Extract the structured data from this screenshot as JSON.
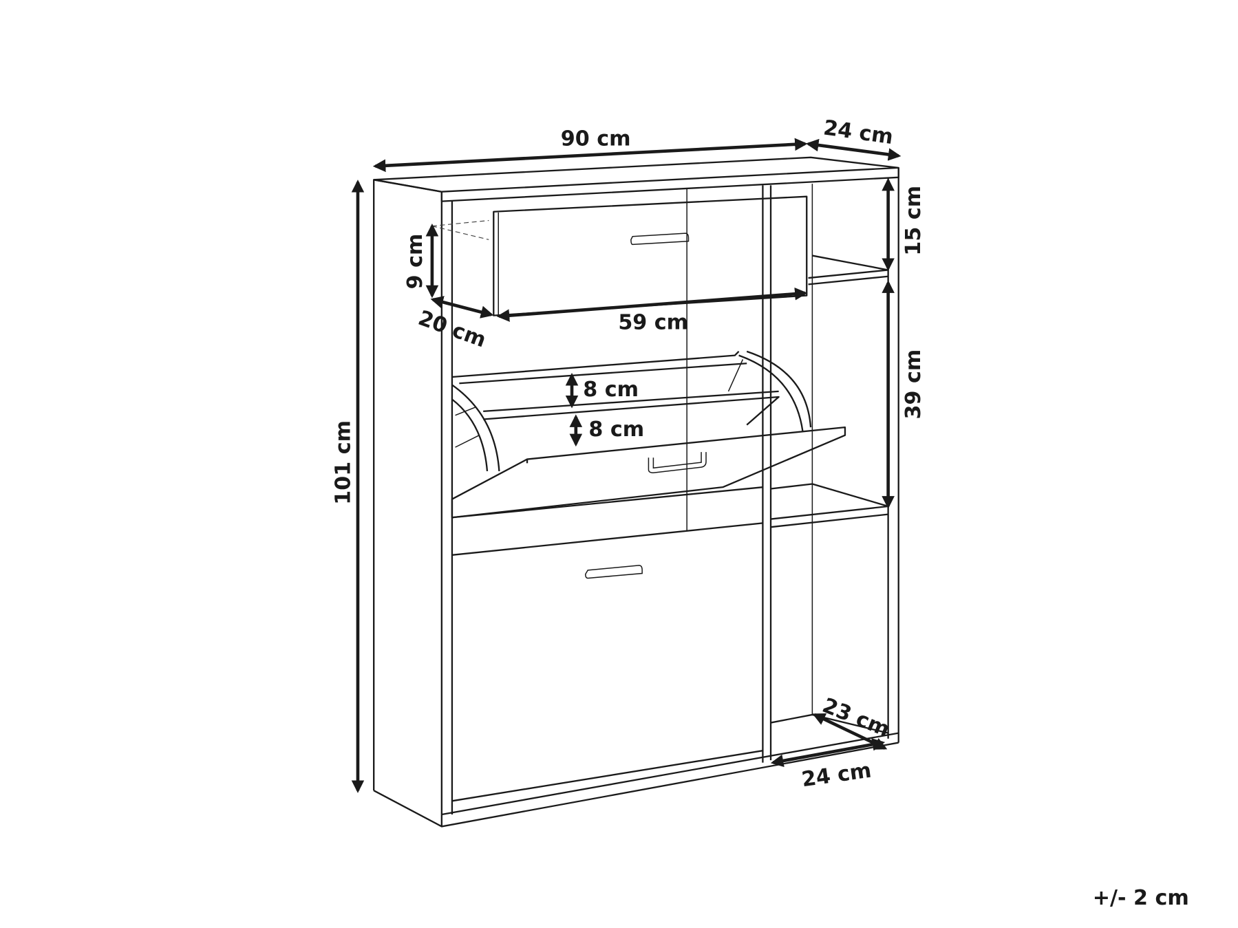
{
  "dimensions": {
    "width": "90 cm",
    "depth_top": "24 cm",
    "height": "101 cm",
    "top_compartment_height": "15 cm",
    "middle_compartment_height": "39 cm",
    "drawer_height": "9 cm",
    "drawer_depth": "20 cm",
    "drawer_width": "59 cm",
    "flap_tier_upper": "8 cm",
    "flap_tier_lower": "8 cm",
    "bottom_shelf_depth": "23 cm",
    "bottom_shelf_width": "24 cm"
  },
  "tolerance": "+/- 2 cm"
}
